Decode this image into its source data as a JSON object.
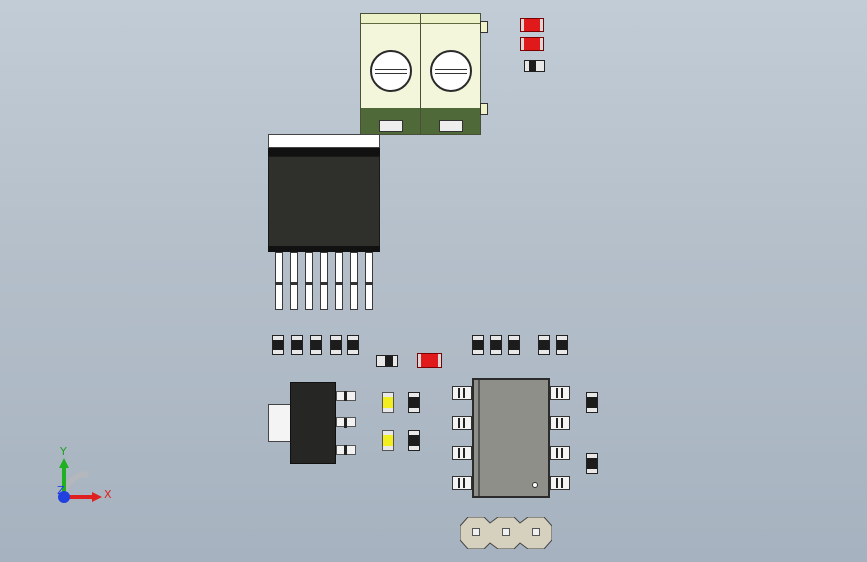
{
  "viewport": {
    "background_top": "#c2ccd6",
    "background_bottom": "#a6b2bf"
  },
  "triad": {
    "x_label": "X",
    "y_label": "Y",
    "z_label": "Z",
    "x_color": "#e02020",
    "y_color": "#20b020",
    "z_color": "#2040e0"
  },
  "components": {
    "terminal_block": "terminal-block-2pos",
    "power_package": "to-263-7-package",
    "regulator": "sot-223-package",
    "ic": "soic-8-package",
    "pin_header": "pin-header-3pos"
  },
  "colors": {
    "led": "#e01a1a",
    "chip_body": "#2f302c",
    "terminal_base": "#4f6a38",
    "terminal_body": "#f4f6dc",
    "soic_body": "#8f8f8a",
    "yellow_marker": "#f2ee20"
  }
}
